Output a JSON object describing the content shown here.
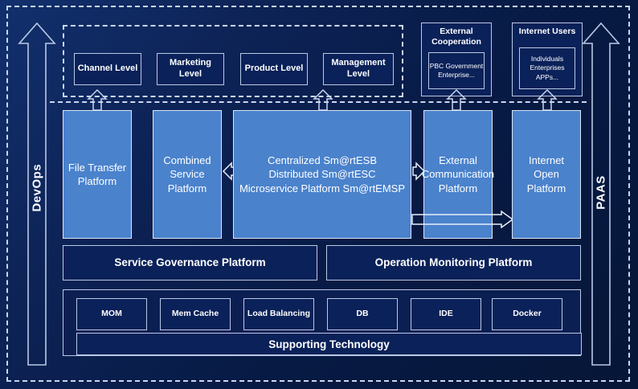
{
  "diagram": {
    "title": "Enterprise Service Platform Architecture",
    "colors": {
      "background_dark": "#0d2356",
      "box_fill_blue": "#4a82cc",
      "box_fill_dark": "#0a2159",
      "outline": "#b9c9e6",
      "text": "#ffffff"
    },
    "left_arrow": {
      "label": "DevOps",
      "direction": "up"
    },
    "right_arrow": {
      "label": "PAAS",
      "direction": "up"
    },
    "business_levels": [
      {
        "label": "Channel Level"
      },
      {
        "label": "Marketing Level"
      },
      {
        "label": "Product Level"
      },
      {
        "label": "Management Level"
      }
    ],
    "external_groups": [
      {
        "title": "External Cooperation",
        "detail": "PBC Government Enterprise..."
      },
      {
        "title": "Internet Users",
        "detail": "Individuals Enterprises APPs..."
      }
    ],
    "platforms": [
      {
        "label": "File Transfer Platform"
      },
      {
        "label": "Combined Service Platform"
      },
      {
        "label": "Centralized Sm@rtESB\nDistributed Sm@rtESC\nMicroservice Platform Sm@rtEMSP"
      },
      {
        "label": "External Communication Platform"
      },
      {
        "label": "Internet Open Platform"
      }
    ],
    "core_platform_lines": [
      "Centralized Sm@rtESB",
      "Distributed Sm@rtESC",
      "Microservice Platform Sm@rtEMSP"
    ],
    "management_platforms": [
      {
        "label": "Service Governance Platform"
      },
      {
        "label": "Operation Monitoring Platform"
      }
    ],
    "supporting_items": [
      {
        "label": "MOM"
      },
      {
        "label": "Mem Cache"
      },
      {
        "label": "Load Balancing"
      },
      {
        "label": "DB"
      },
      {
        "label": "IDE"
      },
      {
        "label": "Docker"
      }
    ],
    "supporting_label": "Supporting Technology"
  }
}
